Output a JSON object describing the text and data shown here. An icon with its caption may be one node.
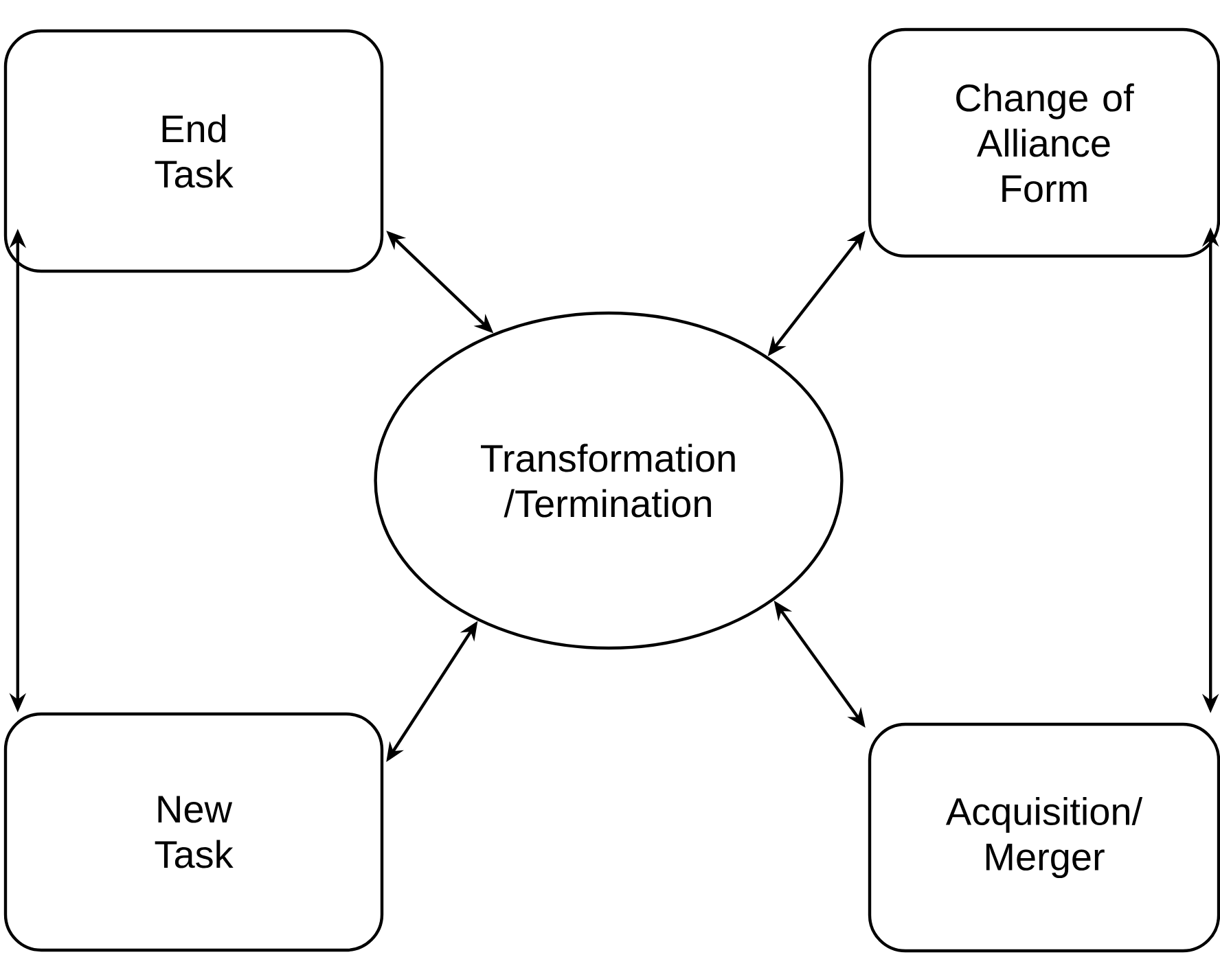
{
  "diagram": {
    "nodes": [
      {
        "text": [
          "End Task"
        ]
      },
      {
        "text": [
          "Change of Alliance Form"
        ]
      },
      {
        "text": [
          "Transformation /Termination"
        ]
      },
      {
        "text": [
          "New Task"
        ]
      },
      {
        "text": [
          "Acquisition/ Merger"
        ]
      }
    ],
    "edges": [
      {
        "from": 0,
        "to": 2,
        "arrow": "both"
      },
      {
        "from": 1,
        "to": 2,
        "arrow": "both"
      },
      {
        "from": 3,
        "to": 2,
        "arrow": "both"
      },
      {
        "from": 4,
        "to": 2,
        "arrow": "both"
      },
      {
        "from": 0,
        "to": 3,
        "arrow": "both"
      },
      {
        "from": 1,
        "to": 4,
        "arrow": "both"
      }
    ]
  }
}
